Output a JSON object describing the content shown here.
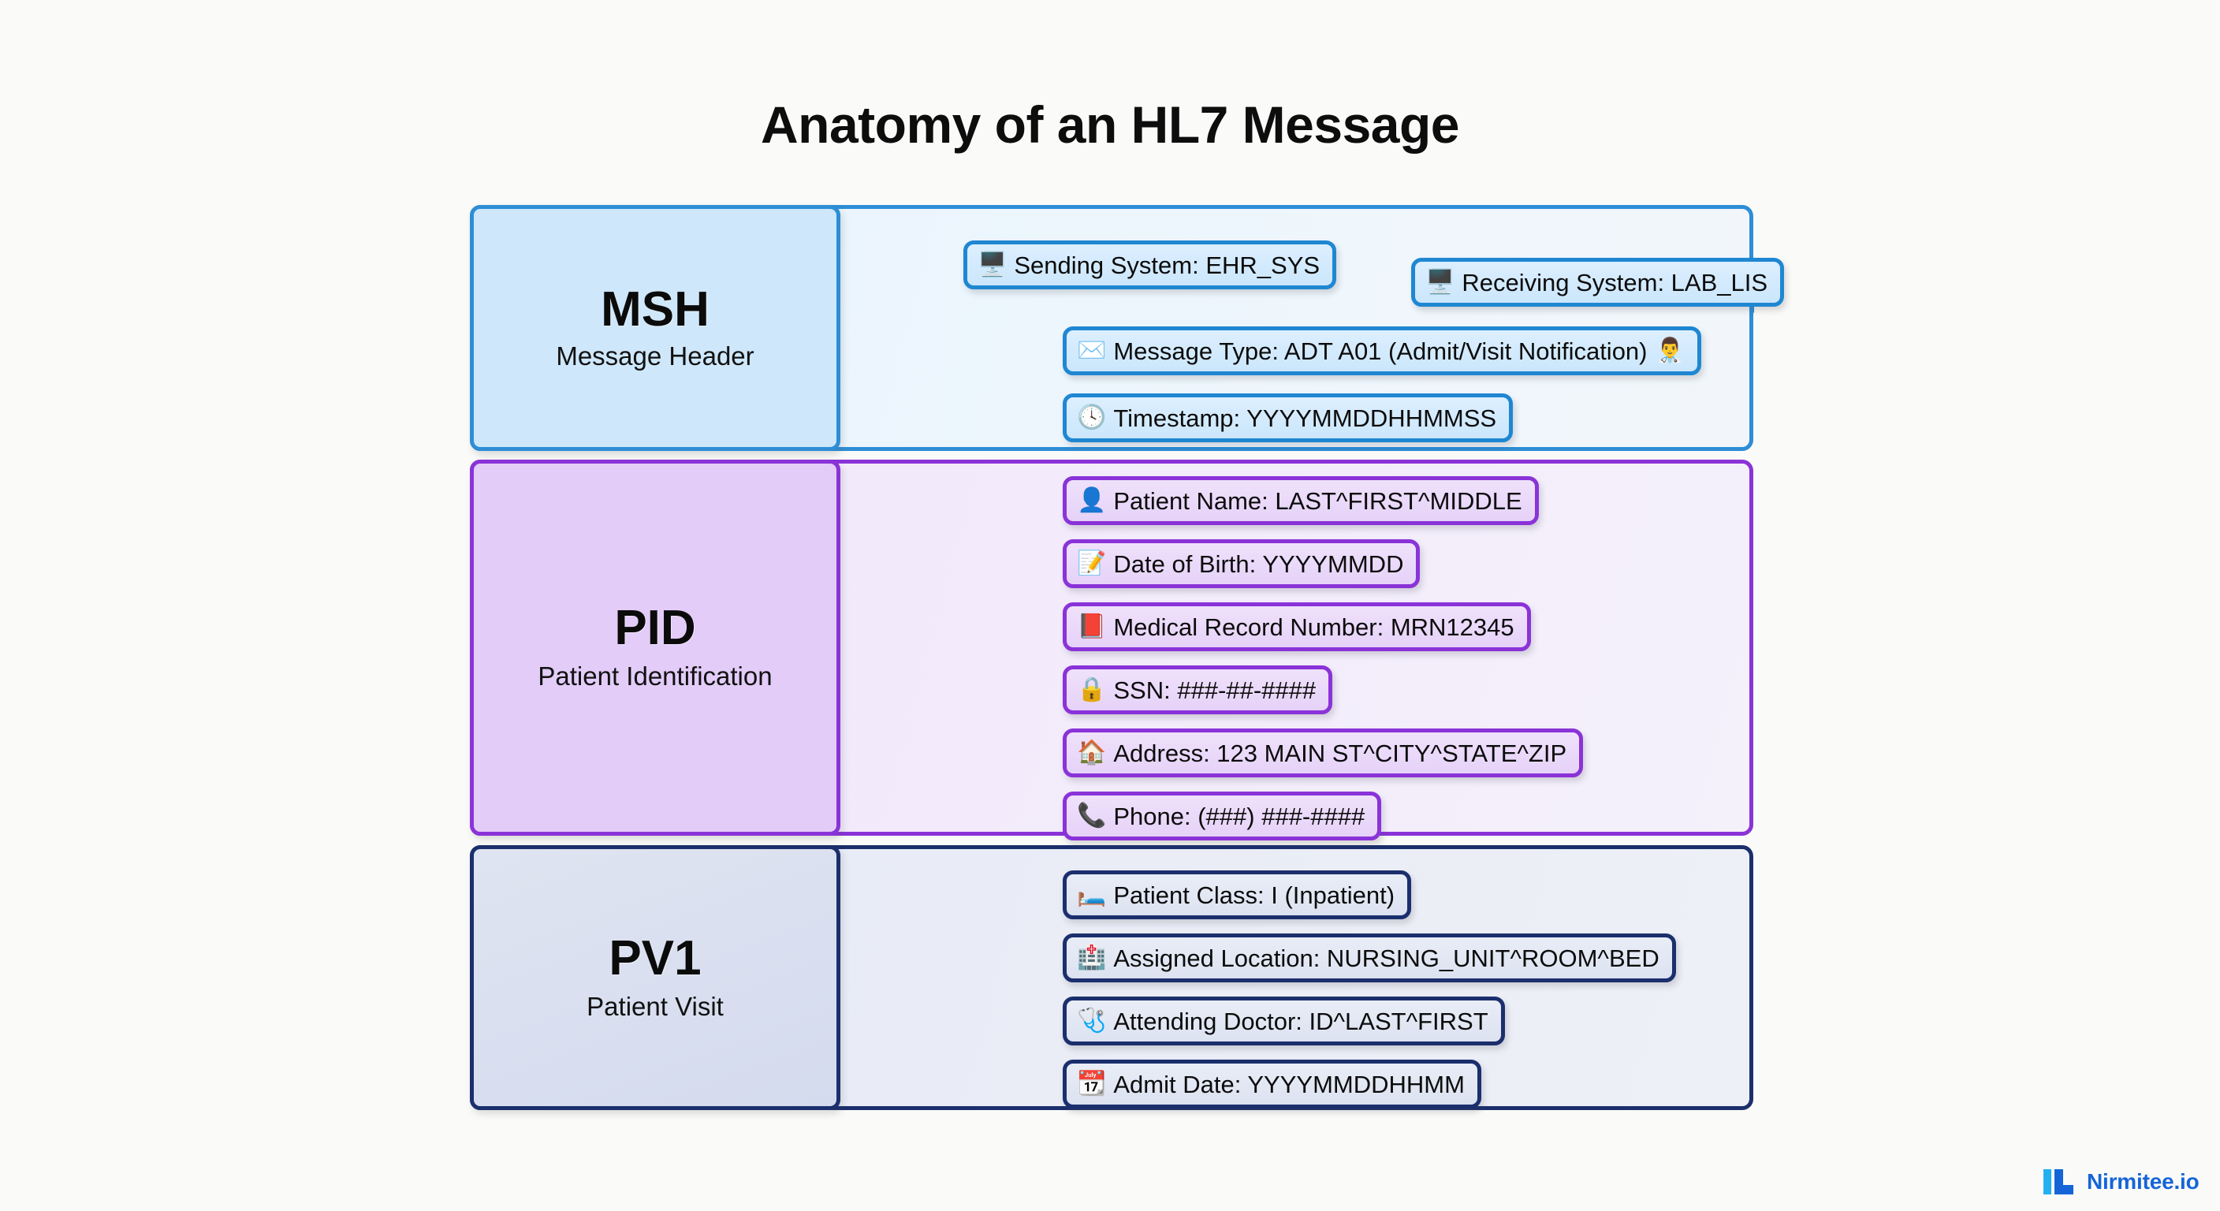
{
  "title": "Anatomy of an HL7 Message",
  "sections": [
    {
      "code": "MSH",
      "desc": "Message Header",
      "accent": "#1f87d2",
      "fields": [
        {
          "icon": "🖥️",
          "icon_name": "server-icon",
          "text": "Sending System: EHR_SYS",
          "trailing_icon": "",
          "trailing_icon_name": ""
        },
        {
          "icon": "🖥️",
          "icon_name": "server-icon",
          "text": "Receiving System: LAB_LIS",
          "trailing_icon": "",
          "trailing_icon_name": ""
        },
        {
          "icon": "✉️",
          "icon_name": "envelope-icon",
          "text": "Message Type: ADT A01 (Admit/Visit Notification)",
          "trailing_icon": "👨‍⚕️",
          "trailing_icon_name": "doctor-icon"
        },
        {
          "icon": "🕓",
          "icon_name": "clock-icon",
          "text": "Timestamp: YYYYMMDDHHMMSS",
          "trailing_icon": "",
          "trailing_icon_name": ""
        }
      ]
    },
    {
      "code": "PID",
      "desc": "Patient Identification",
      "accent": "#8a33d8",
      "fields": [
        {
          "icon": "👤",
          "icon_name": "person-icon",
          "text": "Patient Name: LAST^FIRST^MIDDLE",
          "trailing_icon": "",
          "trailing_icon_name": ""
        },
        {
          "icon": "📝",
          "icon_name": "memo-icon",
          "text": "Date of Birth: YYYYMMDD",
          "trailing_icon": "",
          "trailing_icon_name": ""
        },
        {
          "icon": "📕",
          "icon_name": "prescription-icon",
          "text": "Medical Record Number: MRN12345",
          "trailing_icon": "",
          "trailing_icon_name": ""
        },
        {
          "icon": "🔒",
          "icon_name": "lock-icon",
          "text": "SSN: ###-##-####",
          "trailing_icon": "",
          "trailing_icon_name": ""
        },
        {
          "icon": "🏠",
          "icon_name": "house-icon",
          "text": "Address: 123 MAIN ST^CITY^STATE^ZIP",
          "trailing_icon": "",
          "trailing_icon_name": ""
        },
        {
          "icon": "📞",
          "icon_name": "phone-icon",
          "text": "Phone: (###) ###-####",
          "trailing_icon": "",
          "trailing_icon_name": ""
        }
      ]
    },
    {
      "code": "PV1",
      "desc": "Patient Visit",
      "accent": "#1b2f6d",
      "fields": [
        {
          "icon": "🛏️",
          "icon_name": "bed-icon",
          "text": "Patient Class: I (Inpatient)",
          "trailing_icon": "",
          "trailing_icon_name": ""
        },
        {
          "icon": "🏥",
          "icon_name": "hospital-icon",
          "text": "Assigned Location: NURSING_UNIT^ROOM^BED",
          "trailing_icon": "",
          "trailing_icon_name": ""
        },
        {
          "icon": "🩺",
          "icon_name": "stethoscope-icon",
          "text": "Attending Doctor: ID^LAST^FIRST",
          "trailing_icon": "",
          "trailing_icon_name": ""
        },
        {
          "icon": "📆",
          "icon_name": "calendar-icon",
          "text": "Admit Date: YYYYMMDDHHMM",
          "trailing_icon": "",
          "trailing_icon_name": ""
        }
      ]
    }
  ],
  "footer": {
    "brand": "Nirmitee.io",
    "brand_color": "#1565d8",
    "accent_color": "#23b0f0"
  }
}
